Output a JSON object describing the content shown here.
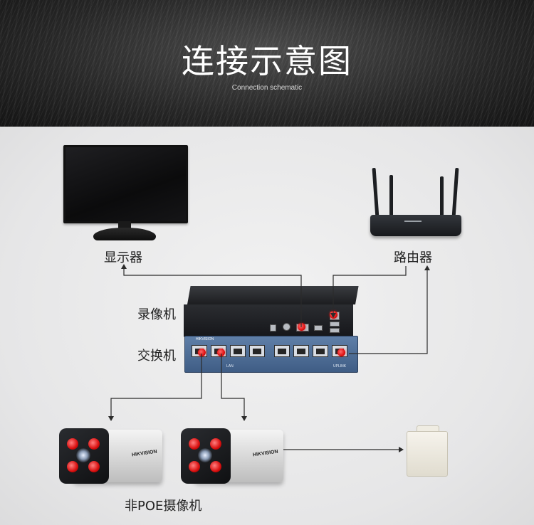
{
  "header": {
    "title": "连接示意图",
    "subtitle": "Connection schematic"
  },
  "devices": {
    "monitor": "显示器",
    "router": "路由器",
    "nvr": "录像机",
    "switch": "交换机",
    "cameras": "非POE摄像机"
  },
  "brand": "HIKVISION",
  "switch_text": {
    "lan": "LAN",
    "uplink": "UPLINK"
  },
  "colors": {
    "wire": "#2b2b2b",
    "port_dot": "#e01010",
    "switch_blue": "#4f6f98"
  }
}
